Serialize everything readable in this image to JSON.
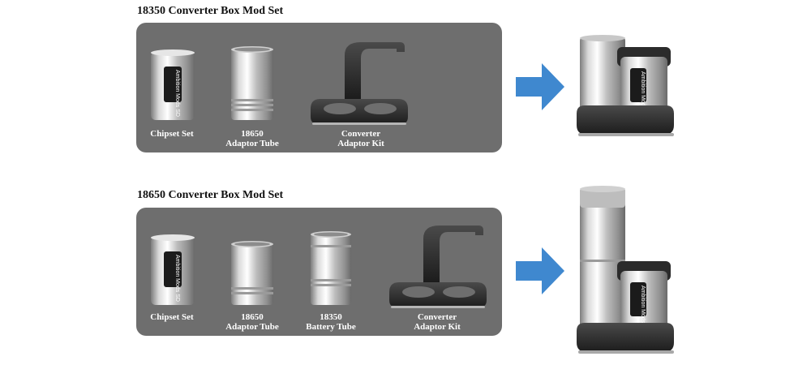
{
  "sections": [
    {
      "title": "18350 Converter Box Mod Set",
      "items": [
        {
          "label": "Chipset Set",
          "chip_text": "Ambition Mods SD",
          "icon": "chipset-icon"
        },
        {
          "label": "18650\nAdaptor Tube",
          "icon": "tube-icon"
        },
        {
          "label": "Converter\nAdaptor Kit",
          "icon": "adaptor-kit-icon"
        }
      ],
      "result_chip_text": "Ambition Mods SD"
    },
    {
      "title": "18650 Converter Box Mod Set",
      "items": [
        {
          "label": "Chipset Set",
          "chip_text": "Ambition Mods SD",
          "icon": "chipset-icon"
        },
        {
          "label": "18650\nAdaptor Tube",
          "icon": "tube-icon"
        },
        {
          "label": "18350\nBattery Tube",
          "icon": "tube-icon"
        },
        {
          "label": "Converter\nAdaptor Kit",
          "icon": "adaptor-kit-icon"
        }
      ],
      "result_chip_text": "Ambition Mods SD"
    }
  ],
  "colors": {
    "panel": "#6e6e6e",
    "arrow": "#3f88cf",
    "metal_light": "#f2f2f2",
    "metal_dark": "#8a8a8a",
    "kit_black": "#2a2a2a"
  },
  "icons": {
    "arrow": "right-arrow-icon"
  }
}
